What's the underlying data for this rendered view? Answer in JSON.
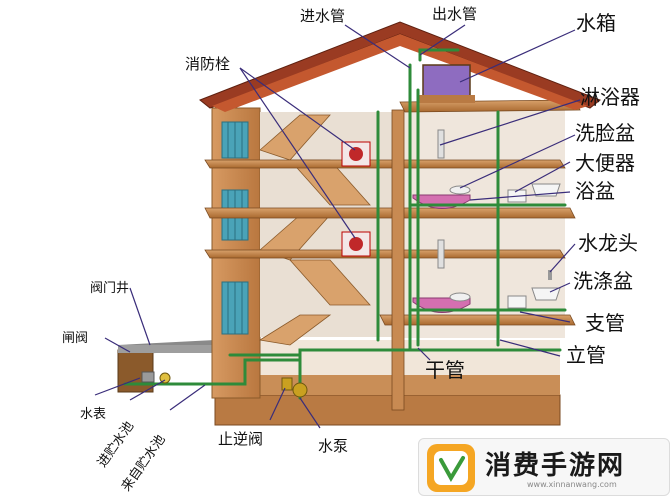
{
  "labels": {
    "inlet_pipe": "进水管",
    "outlet_pipe": "出水管",
    "water_tank": "水箱",
    "fire_hydrant": "消防栓",
    "shower": "淋浴器",
    "wash_basin": "洗脸盆",
    "toilet": "大便器",
    "bathtub": "浴盆",
    "faucet": "水龙头",
    "sink": "洗涤盆",
    "valve_well": "阀门井",
    "gate_valve": "闸阀",
    "branch_pipe": "支管",
    "riser_pipe": "立管",
    "main_pipe": "干管",
    "water_meter": "水表",
    "to_storage_tank": "进贮水池",
    "from_storage_tank": "来自贮水池",
    "check_valve": "止逆阀",
    "water_pump": "水泵"
  },
  "badge": {
    "title": "消费手游网",
    "url": "www.xinnanwang.com"
  },
  "colors": {
    "pipe": "#2e8b3a",
    "wall": "#c88a52",
    "roof": "#9a3b22",
    "window": "#4aa3b8",
    "leader": "#3a2d7a",
    "badge_accent": "#f5a623"
  }
}
